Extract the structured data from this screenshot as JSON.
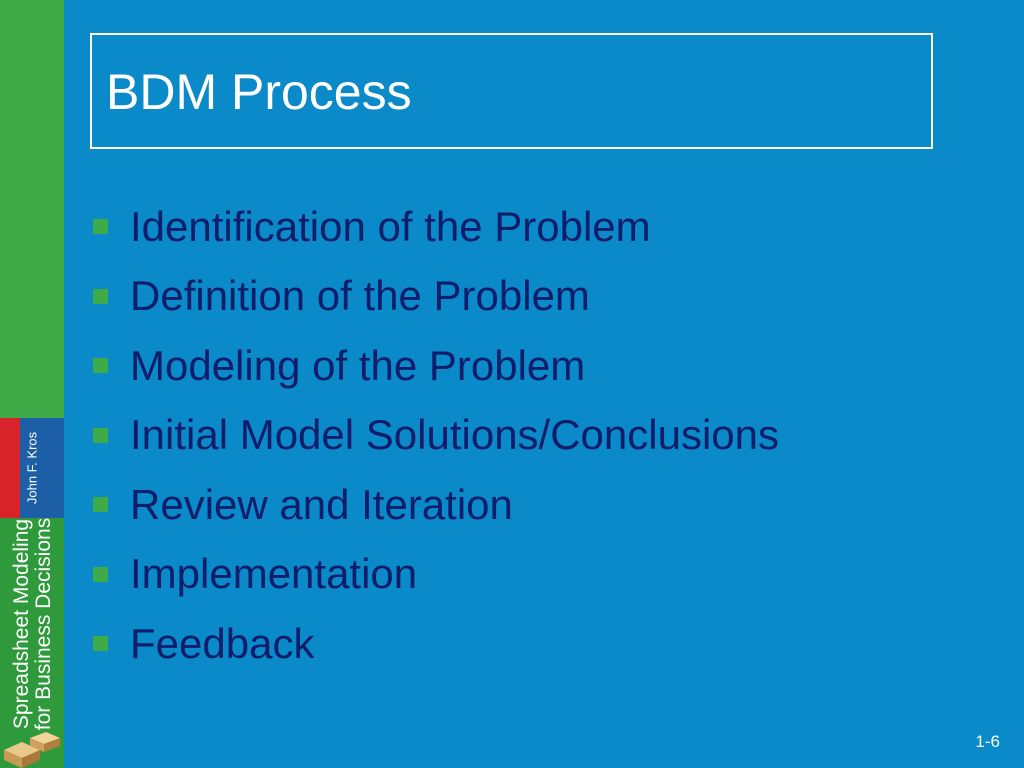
{
  "slide": {
    "title": "BDM Process",
    "bullets": [
      "Identification of the Problem",
      "Definition of the Problem",
      "Modeling of the Problem",
      "Initial Model Solutions/Conclusions",
      "Review and Iteration",
      "Implementation",
      "Feedback"
    ],
    "slide_number": "1-6"
  },
  "spine": {
    "author": "John F. Kros",
    "book_title_line1": "Spreadsheet Modeling",
    "book_title_line2": "for Business Decisions"
  },
  "colors": {
    "background": "#0a8ac8",
    "spine_green": "#3eaa48",
    "bullet_marker": "#3eaa48",
    "bullet_text": "#0f1d6b",
    "title_text": "#ffffff"
  }
}
